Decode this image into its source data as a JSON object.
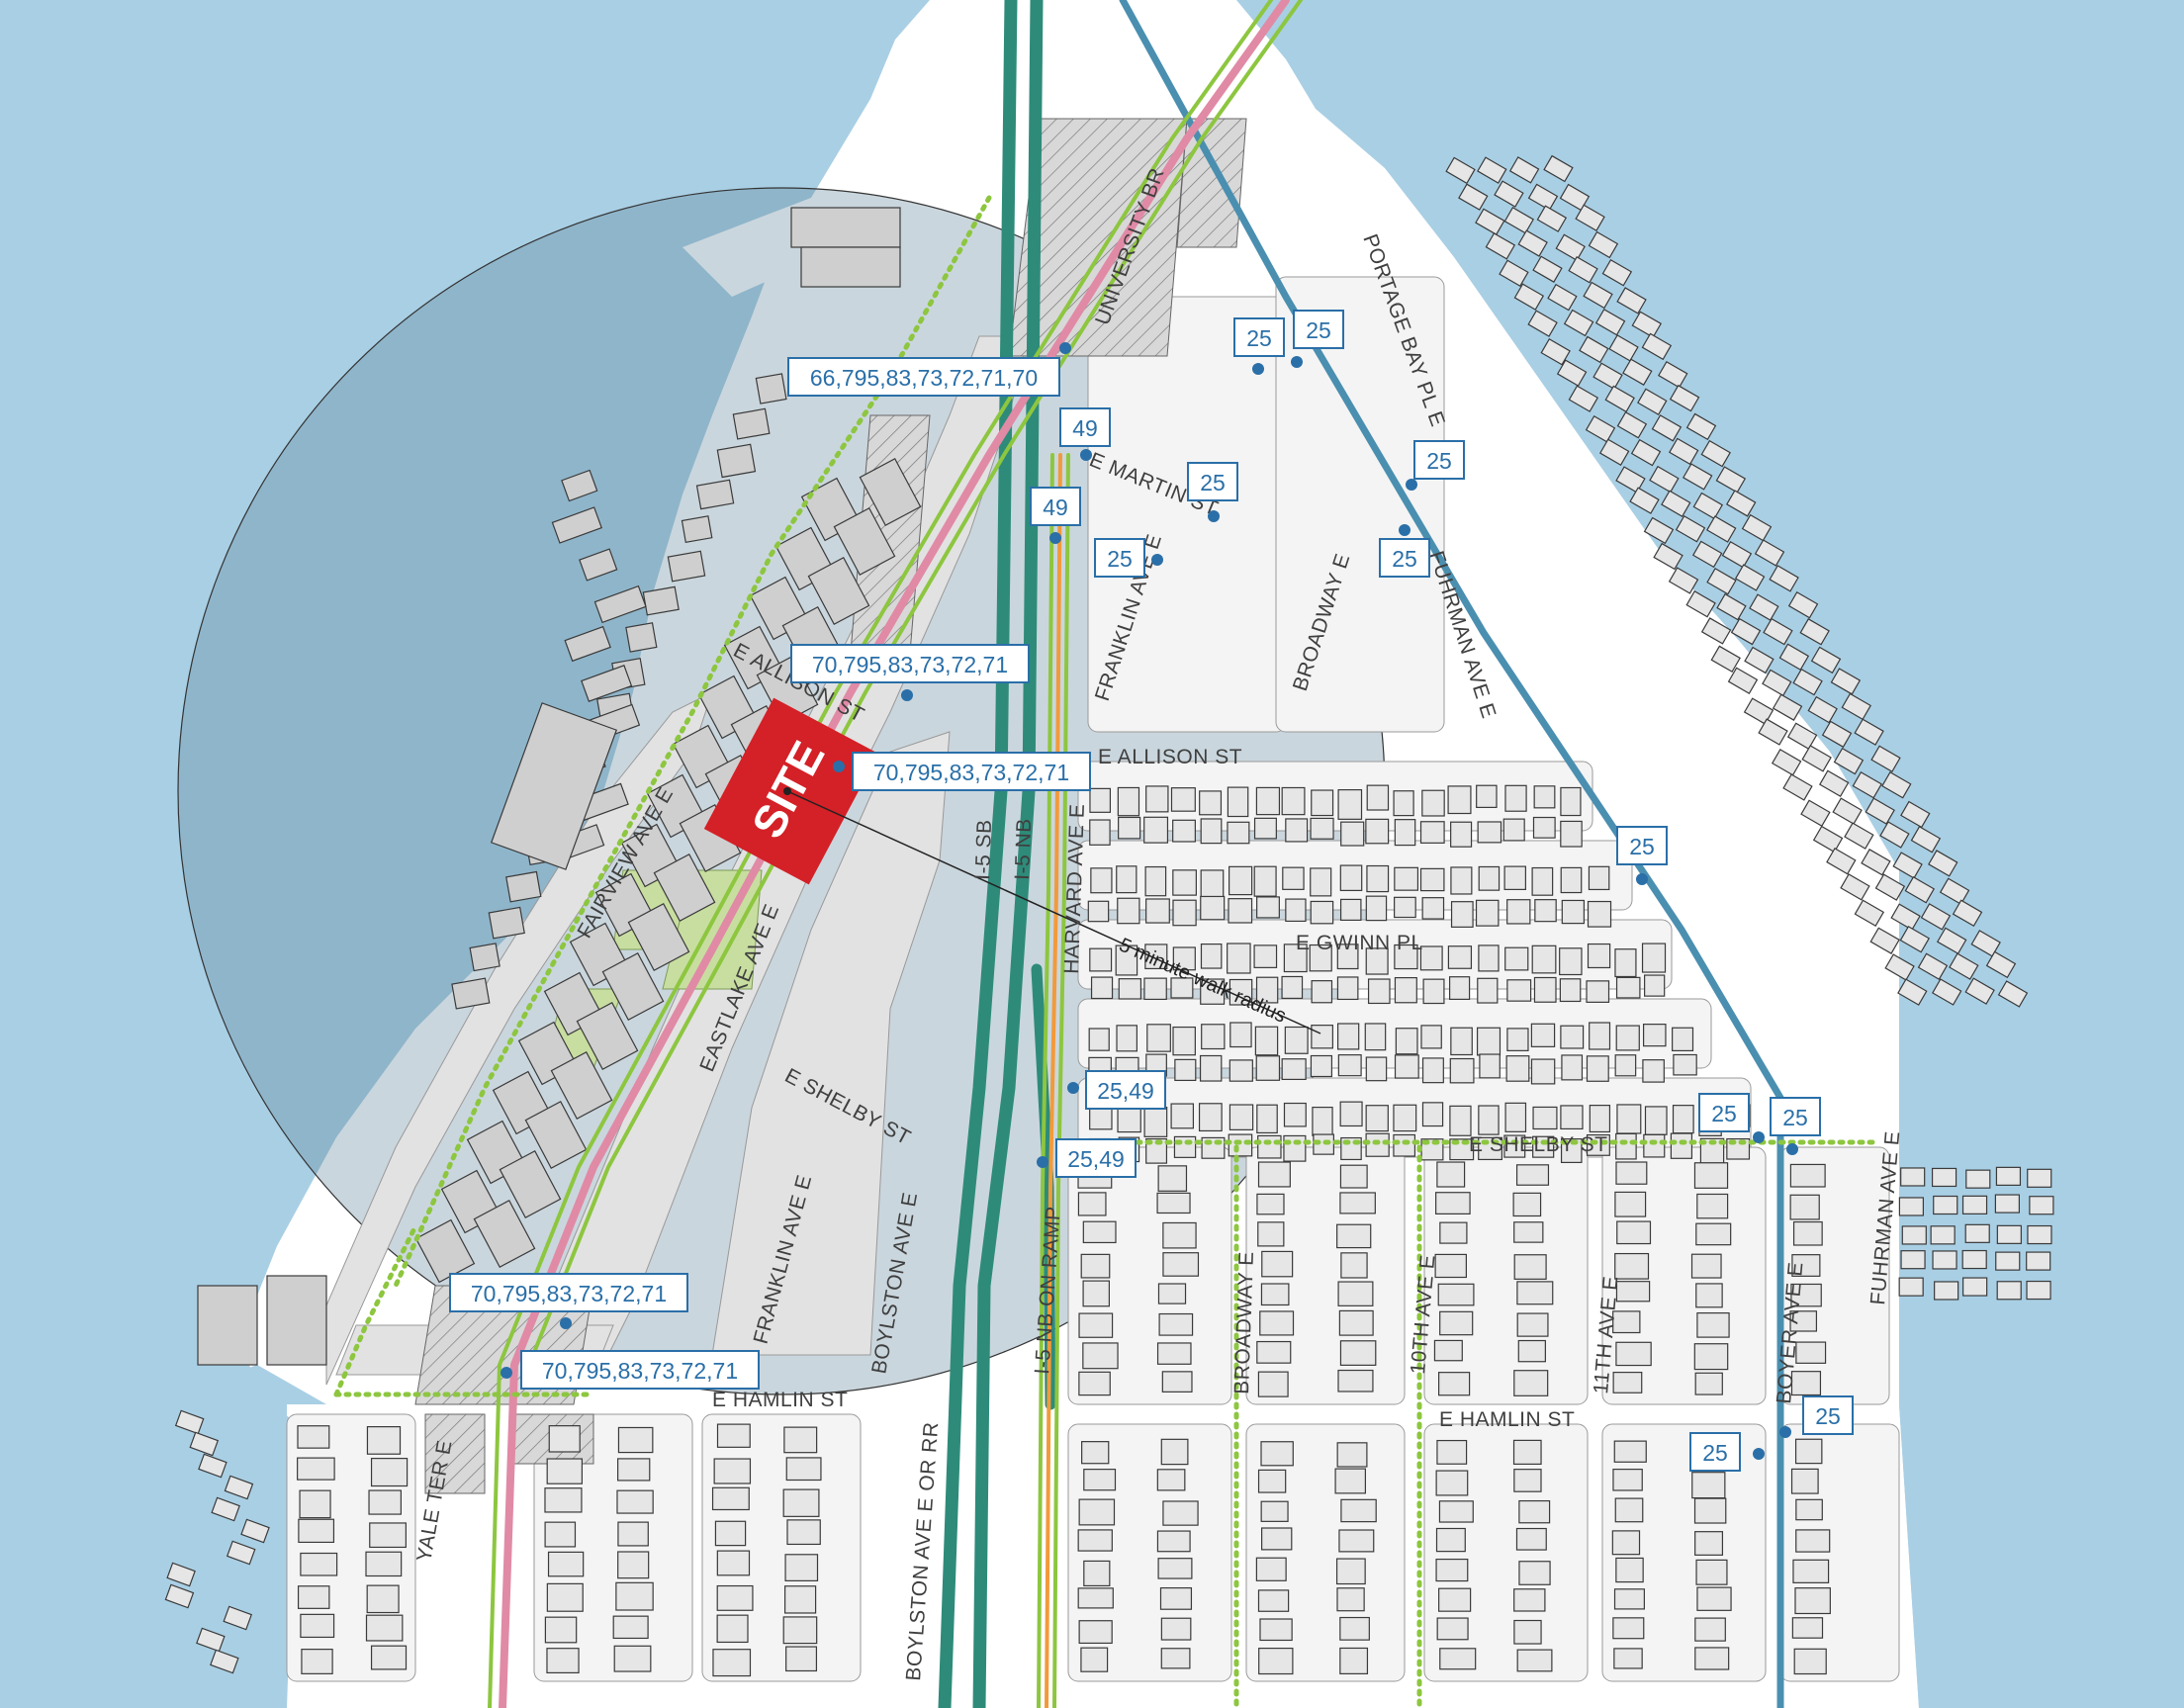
{
  "colors": {
    "water": "#a9cfe4",
    "land": "#ffffff",
    "block": "#e2e2e2",
    "park": "#c8dea0",
    "site": "#d42027",
    "route_blue": "#2a6fa8",
    "rail_pink": "#e08aa6",
    "freeway": "#2e8b7a",
    "bike_green": "#8dc63f",
    "bus_teal": "#4a8fb0",
    "orange": "#f29a3a"
  },
  "site": {
    "label": "SITE"
  },
  "walk_radius": {
    "label": "5 minute walk radius"
  },
  "streets": {
    "university_br": "UNIVERSITY BR",
    "portage_bay": "PORTAGE BAY PL E",
    "e_martin": "E MARTIN ST",
    "franklin_n": "FRANKLIN AVE E",
    "broadway_n": "BROADWAY E",
    "fuhrman_n": "FUHRMAN AVE E",
    "e_allison_w": "E ALLISON ST",
    "e_allison_e": "E ALLISON ST",
    "fairview": "FAIRVIEW AVE E",
    "eastlake": "EASTLAKE AVE E",
    "e_gwinn": "E GWINN PL",
    "harvard": "HARVARD AVE E",
    "i5_sb": "I-5 SB",
    "i5_nb": "I-5 NB",
    "e_shelby_w": "E SHELBY ST",
    "e_shelby_e": "E SHELBY ST",
    "franklin_s": "FRANKLIN AVE E",
    "boylston_s": "BOYLSTON AVE E",
    "boylston_or": "BOYLSTON AVE E OR RR",
    "i5_ramp": "I-5 NB ON RAMP",
    "broadway_s": "BROADWAY E",
    "tenth": "10TH AVE E",
    "eleventh": "11TH AVE E",
    "boyer": "BOYER AVE E",
    "fuhrman_s": "FUHRMAN AVE E",
    "e_hamlin_w": "E HAMLIN ST",
    "e_hamlin_e": "E HAMLIN ST",
    "yale": "YALE TER E"
  },
  "route_labels": {
    "r1": "66,795,83,73,72,71,70",
    "r2": "70,795,83,73,72,71",
    "r3": "70,795,83,73,72,71",
    "r4": "70,795,83,73,72,71",
    "r5": "70,795,83,73,72,71",
    "r6": "49",
    "r7": "49",
    "r8": "25",
    "r9": "25",
    "r10": "25",
    "r11": "25",
    "r12": "25",
    "r13": "25",
    "r14": "25",
    "r15": "25",
    "r16": "25",
    "r17": "25",
    "r18": "25",
    "r19": "25,49",
    "r20": "25,49"
  }
}
